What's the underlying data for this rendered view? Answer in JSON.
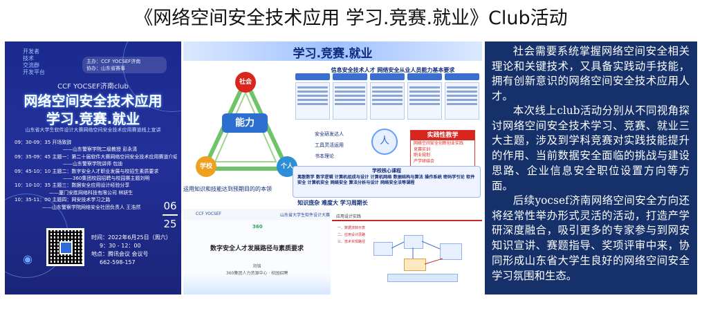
{
  "title": "《网络空间安全技术应用 学习.竞赛.就业》Club活动",
  "poster": {
    "top_left": [
      "开发者",
      "技术",
      "交流群",
      "开发平台"
    ],
    "host": [
      "主办：CCF YOCSEF济南",
      "协办：山东省赛事"
    ],
    "club": "CCF YOCSEF济南club",
    "title_line1": "网络空间安全技术应用",
    "title_line2": "学习.竞赛.就业",
    "subtitle": "山东省大学生软件设计大赛网络空间安全技术应用赛道线上宣讲",
    "agenda": [
      "09：30-09：35 开场致辞",
      "——山东警察学院二级教授 彭永清",
      "09：35-09：45 主题一：第二十届软件大赛网络空间安全技术应用赛道介绍",
      "——山东警察学院讲师 包迪",
      "09：45-10：10 主题二：数字安全人才职业发展与校招生素质要求",
      "——360集团校园招聘与校园赛主题刘明",
      "10：10-10：35 主题三：数据安全应用设计经验分享",
      "——厦门安胜网络科技有限公司 林妍生",
      "10：35-11：00 主题四：网安技术学习之路",
      "——山东警察学院网络安全社团负责人 王浩然"
    ],
    "date": [
      "06",
      "25"
    ],
    "meeting": [
      "时间：2022年6月25日（周六）",
      "9：30 - 12：00",
      "地点：腾讯会议 会议号",
      "662-598-157"
    ]
  },
  "infographic": {
    "banner": "学习.竞赛.就业",
    "nodes": {
      "top": "社会",
      "left": "学校",
      "right": "个人"
    },
    "core": "能力",
    "triangle_caption": "运用知识和技能达到预期目的的本领",
    "requirements_title": "信息安全技术人才 网络安全从业人员能力基本要求",
    "middle_labels": [
      "安全研发达人",
      "工具灵活运用",
      "书本理论"
    ],
    "practice": {
      "title": "实践性教学",
      "items": [
        "网络空间安全创新创业实践",
        "竞赛实训",
        "职业规划",
        "产学研结合"
      ]
    },
    "course": {
      "title": "学校核心课程",
      "body": "离散数学 数字逻辑 计算机组成与设计 计算机网络 数据结构与算法 操作系统 密码学引论 软件安全 计算机安全 网络安全 算法分析与设计 网络安全法等课程"
    },
    "bottom_label": "知识庞杂 难度大 学习周期长"
  },
  "slideA": {
    "logo_left": "CCF YOCSEF",
    "logo_right": "山东省大学生软件设计大赛",
    "logo_center": "360",
    "title": "数字安全人才发展路径与素质要求",
    "author": "刘铭",
    "org": "360集团人力资源中心 · 校园招聘"
  },
  "slideB": {
    "header": "应用设计实践",
    "items": [
      "一、数据流转示意",
      "二、应用设计思路",
      "三、技术实现路径"
    ]
  },
  "text_paragraphs": [
    "社会需要系统掌握网络空间安全相关理论和关键技术，又具备实践动手技能，拥有创新意识的网络空间安全技术应用人才。",
    "本次线上club活动分别从不同视角探讨网络空间安全技术学习、竞赛、就业三大主题，涉及到学科竞赛对实践技能提升的作用、当前数据安全面临的挑战与建设思路、企业信息安全职位设置方向等方面。",
    "后续yocsef济南网络空间安全方向还将经常性举办形式灵活的活动，打造产学研深度融合，吸引更多的专家参与到网安知识宣讲、赛题指导、奖项评审中来，协同形成山东省大学生良好的网络空间安全学习氛围和生态。"
  ],
  "colors": {
    "poster_bg": "#1f2c92",
    "text_panel_bg": "#16306a",
    "accent_blue": "#2c6fd1",
    "accent_red": "#d8261f"
  }
}
